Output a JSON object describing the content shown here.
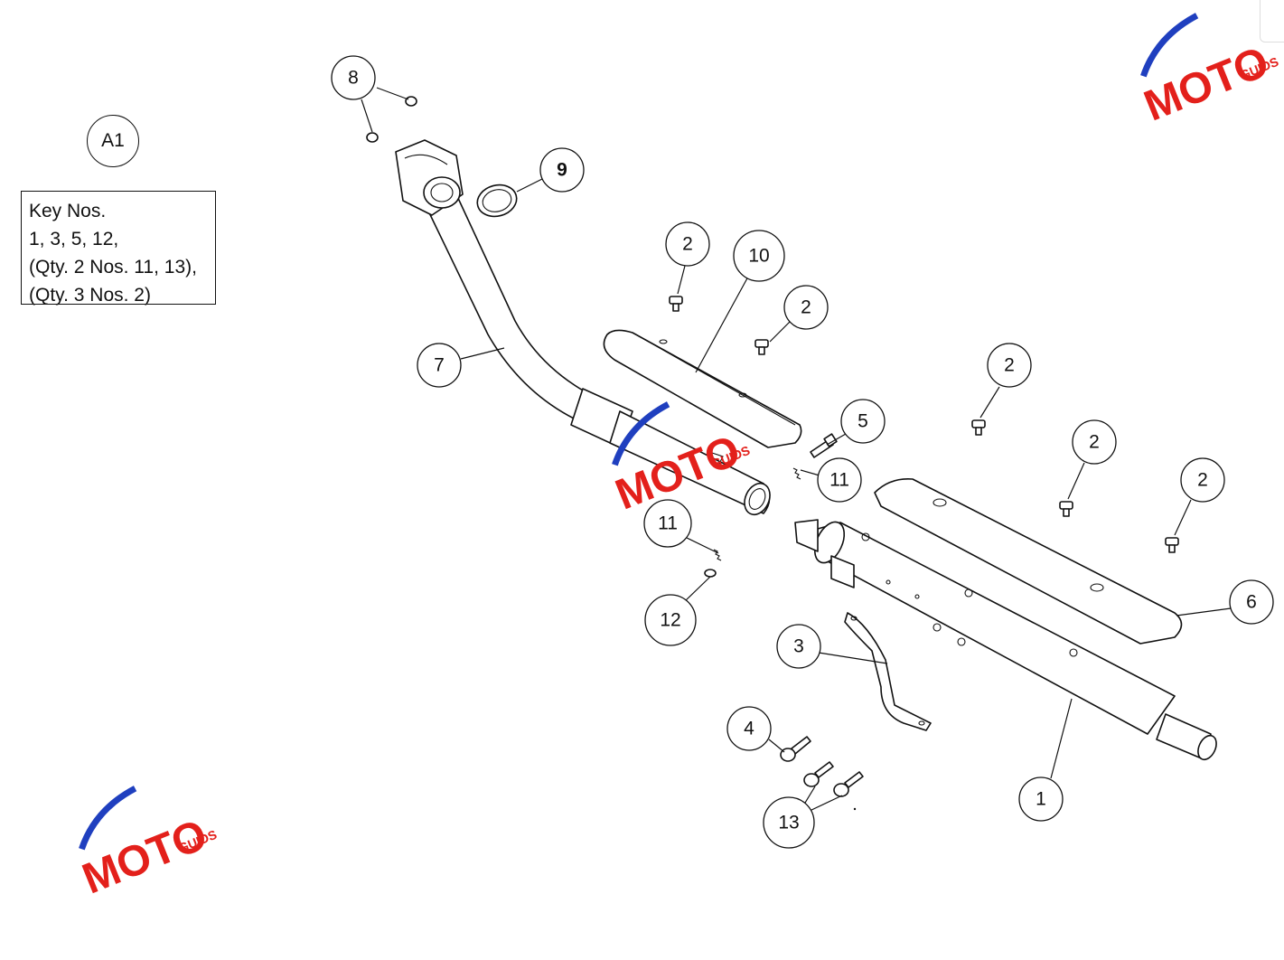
{
  "diagram": {
    "figure_label": "A1",
    "key_box": {
      "lines": [
        "Key Nos.",
        "1, 3, 5, 12,",
        "(Qty. 2 Nos. 11, 13),",
        "(Qty. 3 Nos. 2)"
      ]
    },
    "callouts": {
      "c1": "1",
      "c2a": "2",
      "c2b": "2",
      "c2c": "2",
      "c2d": "2",
      "c2e": "2",
      "c3": "3",
      "c4": "4",
      "c5": "5",
      "c6": "6",
      "c7": "7",
      "c8": "8",
      "c9": "9",
      "c10": "10",
      "c11a": "11",
      "c11b": "11",
      "c12": "12",
      "c13": "13"
    },
    "watermark": {
      "brand": "MOTO",
      "suffix": "GUIDS",
      "colors": {
        "blue": "#1f3fbf",
        "red": "#e3201b",
        "black": "#111111"
      }
    }
  }
}
